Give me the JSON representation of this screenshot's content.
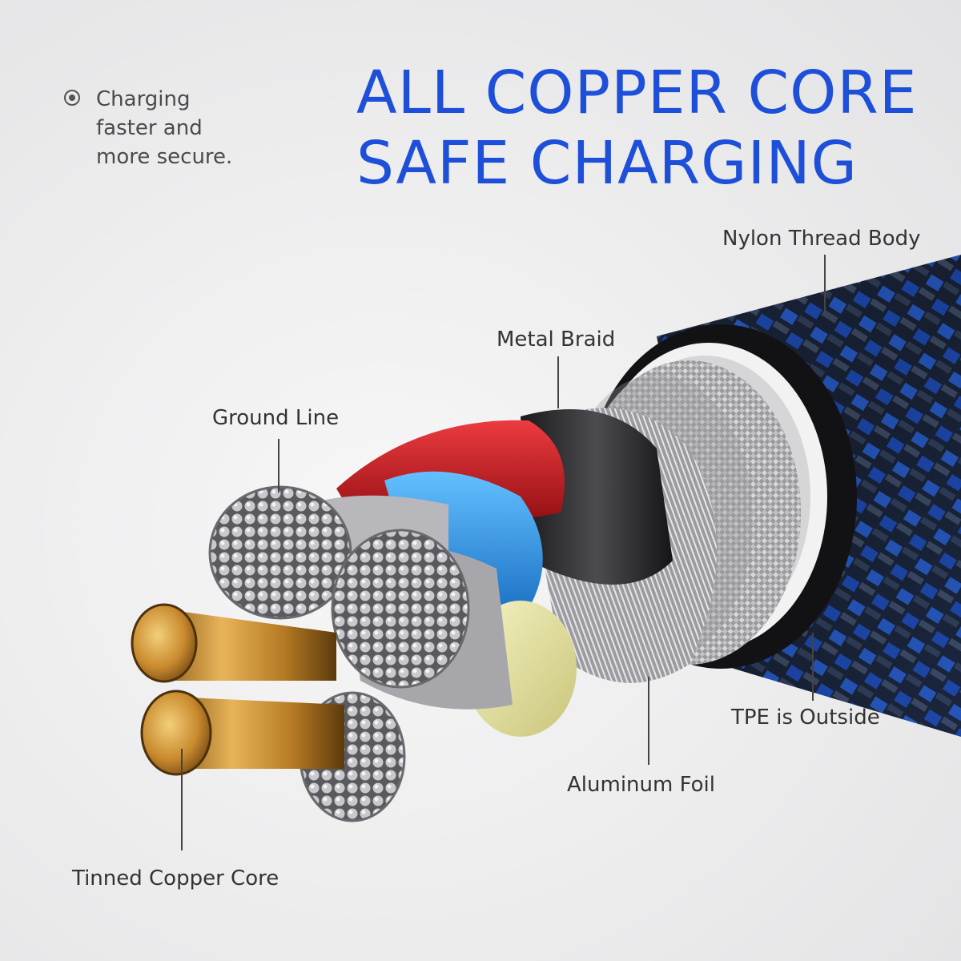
{
  "headline": {
    "line1": "ALL COPPER CORE",
    "line2": "SAFE CHARGING",
    "color": "#1d4fd9"
  },
  "tagline": {
    "line1": "Charging",
    "line2": "faster and",
    "line3": "more secure.",
    "bullet_icon": "radio-dot-icon"
  },
  "labels": {
    "nylon_thread_body": "Nylon Thread Body",
    "metal_braid": "Metal Braid",
    "ground_line": "Ground Line",
    "tpe_is_outside": "TPE is Outside",
    "aluminum_foil": "Aluminum Foil",
    "tinned_copper_core": "Tinned Copper Core"
  },
  "colors": {
    "accent_blue": "#1d4fd9",
    "wire_red": "#c8141b",
    "wire_blue": "#2a93e6",
    "wire_yellow": "#e7e39a",
    "copper": "#c98a2e"
  }
}
